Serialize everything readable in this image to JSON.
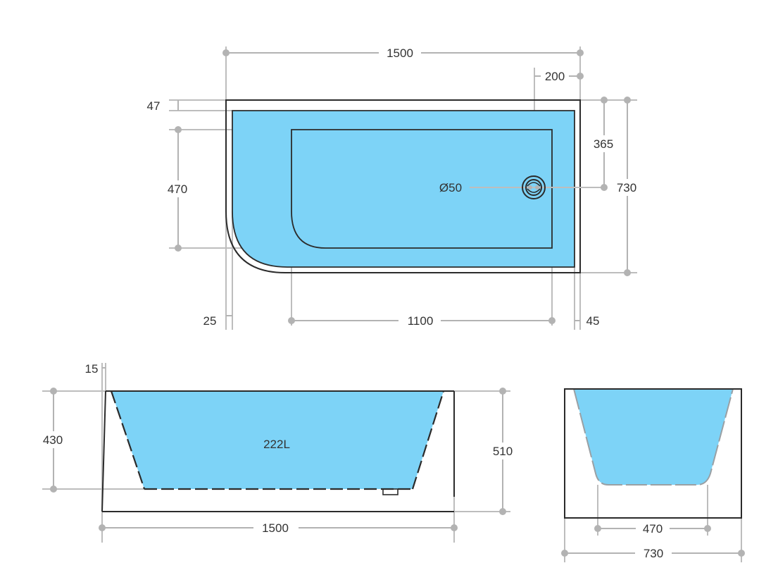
{
  "colors": {
    "water": "#7dd3f7",
    "outline": "#2b2b2b",
    "dimension_line": "#b3b3b3",
    "text": "#333333",
    "background": "#ffffff"
  },
  "plan_view": {
    "overall_length": "1500",
    "waste_offset_from_end": "200",
    "rim_width_top": "47",
    "inner_floor_width": "470",
    "waste_offset_from_side": "365",
    "overall_width": "730",
    "waste_diameter": "Ø50",
    "rim_width_left": "25",
    "inner_floor_length": "1100",
    "rim_width_right": "45"
  },
  "side_view": {
    "capacity": "222L",
    "wall_thickness": "15",
    "internal_depth": "430",
    "overall_height": "510",
    "overall_length": "1500"
  },
  "end_view": {
    "floor_width": "470",
    "overall_width": "730"
  }
}
